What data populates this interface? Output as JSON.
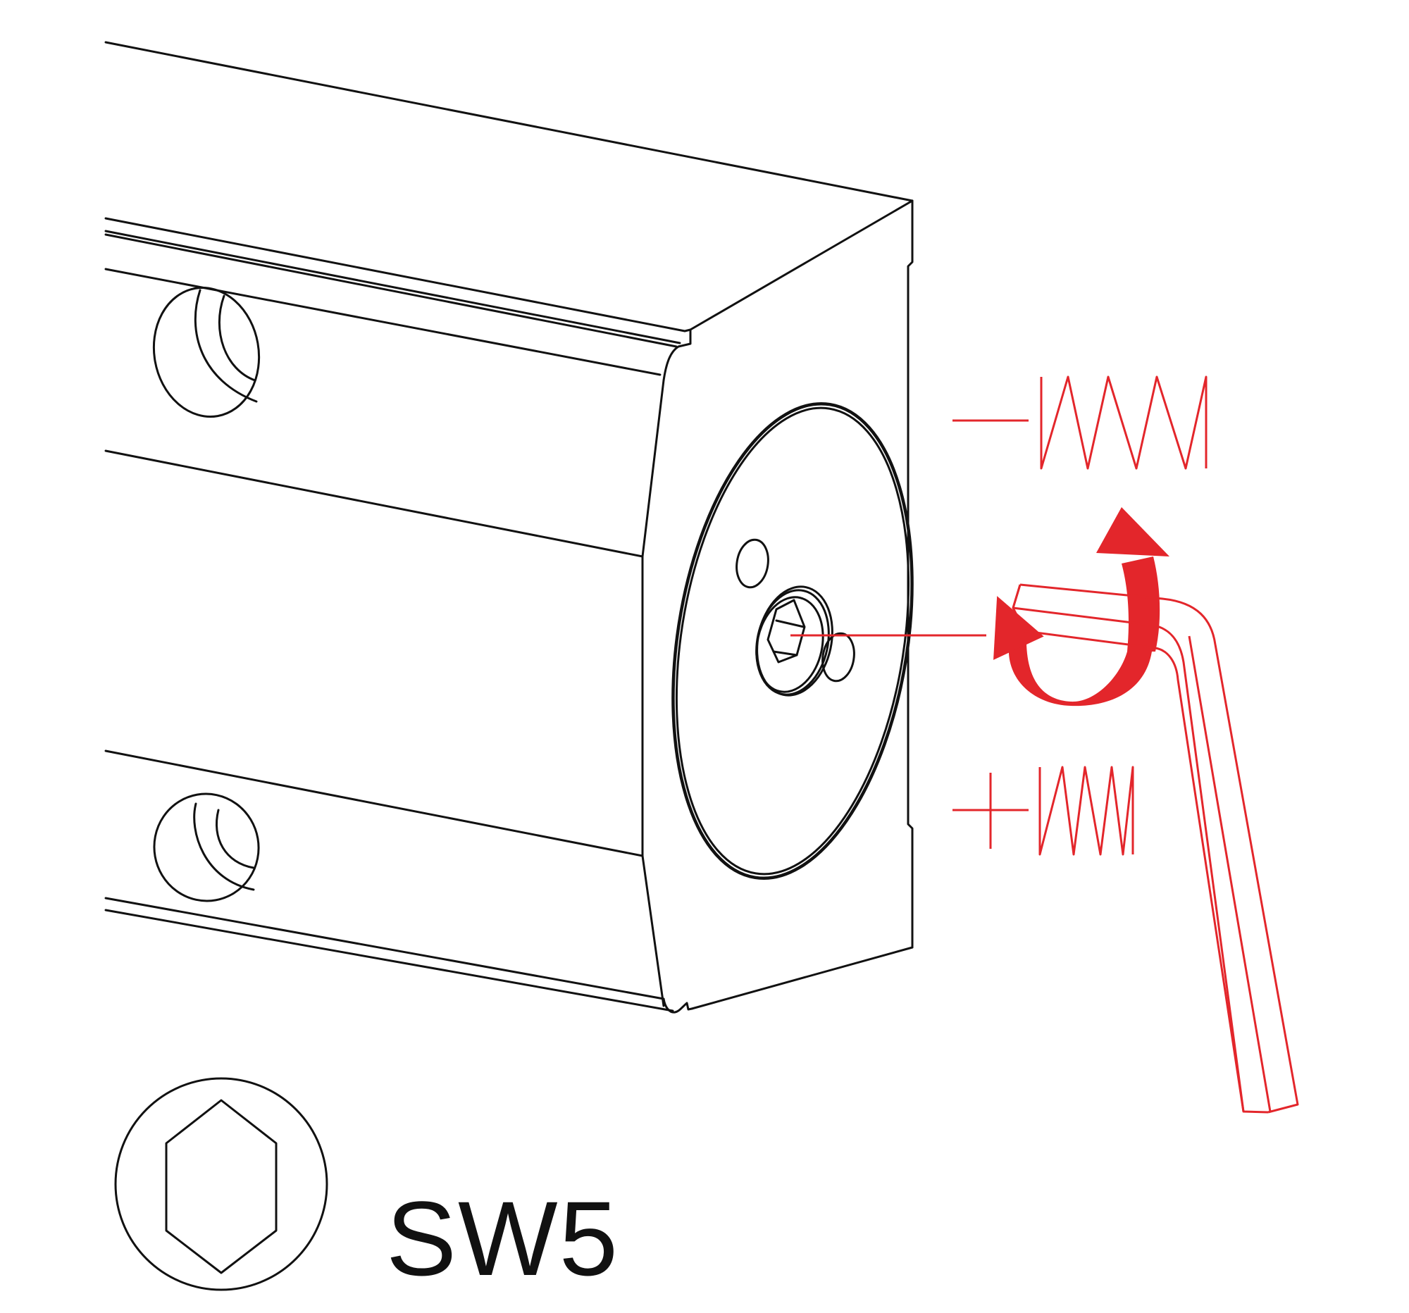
{
  "figure": {
    "type": "technical-illustration",
    "subject": "Door closer / profile end cap spring-force adjustment with hex key",
    "label": "SW5",
    "tool_icon": "hex-socket-icon",
    "spring_decrease": {
      "symbol": "−",
      "meaning": "decrease spring tension"
    },
    "spring_increase": {
      "symbol": "+",
      "meaning": "increase spring tension"
    },
    "colors": {
      "line": "#111111",
      "accent": "#e3262b",
      "background": "#ffffff"
    }
  }
}
